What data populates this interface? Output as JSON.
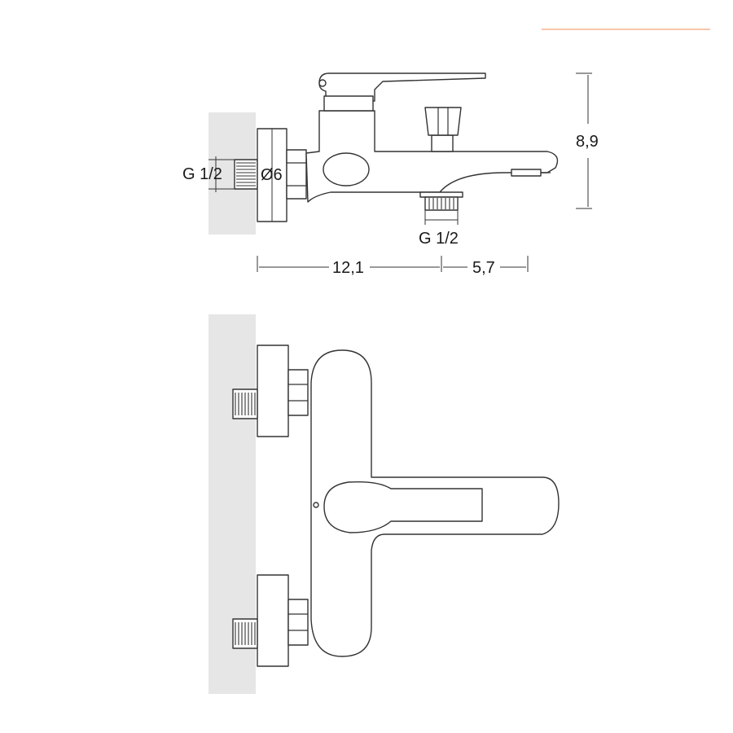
{
  "colors": {
    "accent": "#f4b48e",
    "wall": "#e6e6e6",
    "line": "#333333",
    "text": "#1a1a1a"
  },
  "labels": {
    "inlet_thread": "G 1/2",
    "flange_diameter": "Ø6",
    "outlet_thread": "G 1/2",
    "projection_to_outlet": "12,1",
    "spout_reach": "5,7",
    "height": "8,9"
  }
}
